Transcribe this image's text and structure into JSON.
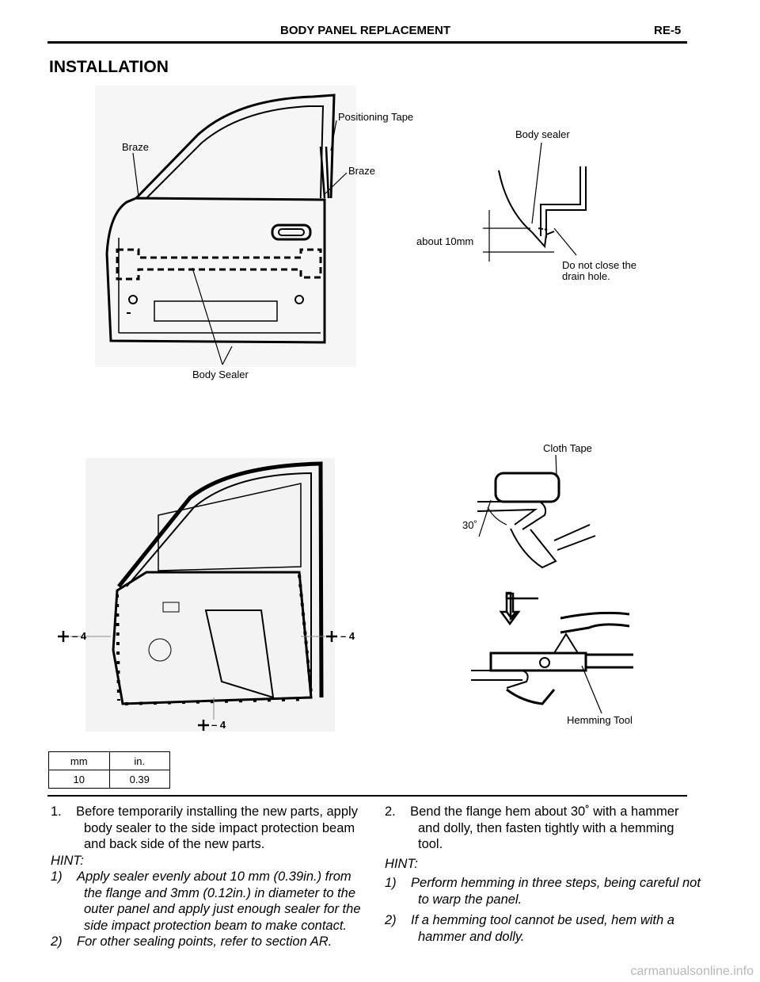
{
  "header": {
    "title": "BODY PANEL REPLACEMENT",
    "code": "RE-5"
  },
  "section_title": "INSTALLATION",
  "fig1": {
    "positioning_tape": "Positioning Tape",
    "braze_left": "Braze",
    "braze_right": "Braze",
    "body_sealer": "Body Sealer"
  },
  "fig2": {
    "body_sealer": "Body sealer",
    "about": "about 10mm",
    "drain_line1": "Do not close the",
    "drain_line2": "drain hole."
  },
  "fig3": {
    "mark": "– 4"
  },
  "fig4": {
    "cloth_tape": "Cloth Tape",
    "angle": "30˚",
    "hemming_tool": "Hemming Tool"
  },
  "conversion": {
    "h1": "mm",
    "h2": "in.",
    "v1": "10",
    "v2": "0.39"
  },
  "col_left": {
    "step": "1.    Before temporarily installing the new parts, apply body sealer to the side impact protection beam and back side of the new parts.",
    "hint": "HINT:",
    "h1": "1)    Apply sealer evenly about 10 mm (0.39in.) from the flange and 3mm (0.12in.) in diameter to the outer panel and apply just enough sealer for the side impact protection beam to make contact.",
    "h2": "2)    For other sealing points, refer to section AR."
  },
  "col_right": {
    "step": "2.    Bend the flange hem about 30˚ with a hammer and dolly, then fasten tightly with a hemming tool.",
    "hint": "HINT:",
    "h1": "1)    Perform hemming in three steps, being careful not to warp the panel.",
    "h2": "2)    If a hemming tool cannot be used, hem with a hammer and dolly."
  },
  "footer": "carmanualsonline.info"
}
